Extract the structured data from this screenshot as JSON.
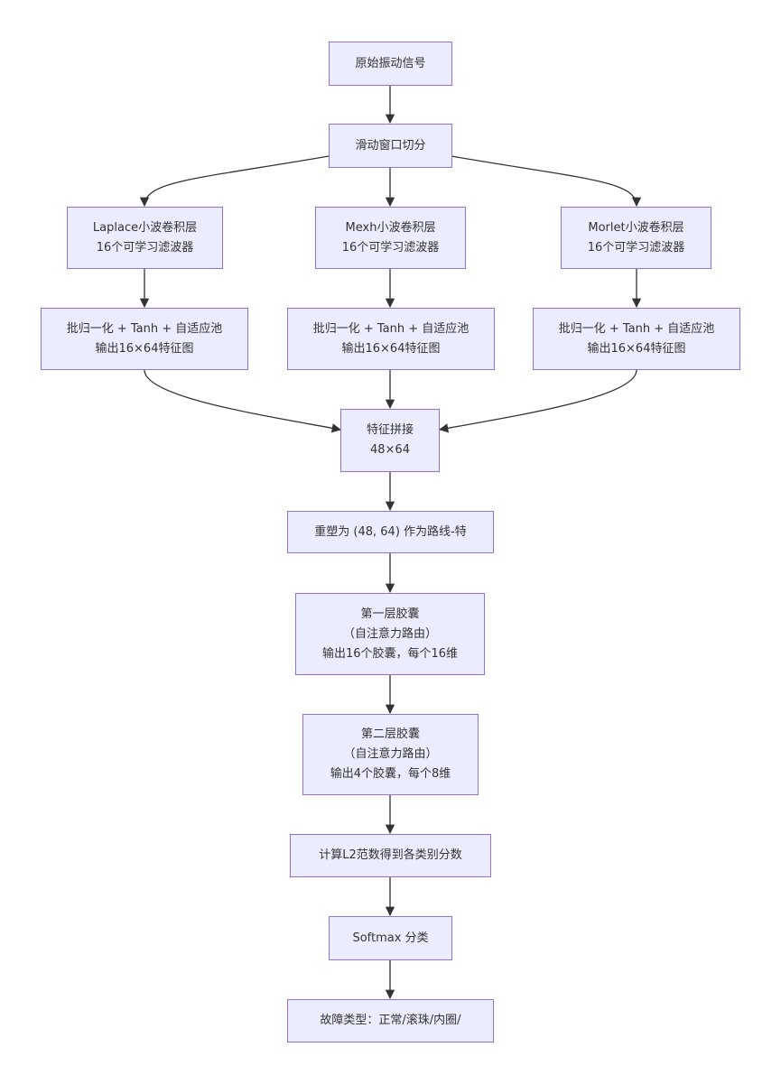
{
  "diagram": {
    "type": "flowchart",
    "direction": "top-down",
    "colors": {
      "node_fill": "#ececff",
      "node_border": "#9370db",
      "edge": "#333333",
      "text": "#333333"
    },
    "nodes": {
      "signal": {
        "lines": [
          "原始振动信号"
        ]
      },
      "window": {
        "lines": [
          "滑动窗口切分"
        ]
      },
      "laplace": {
        "lines": [
          "Laplace小波卷积层",
          "16个可学习滤波器"
        ]
      },
      "mexh": {
        "lines": [
          "Mexh小波卷积层",
          "16个可学习滤波器"
        ]
      },
      "morlet": {
        "lines": [
          "Morlet小波卷积层",
          "16个可学习滤波器"
        ]
      },
      "bn1": {
        "lines": [
          "批归一化 + Tanh + 自适应池",
          "输出16×64特征图"
        ]
      },
      "bn2": {
        "lines": [
          "批归一化 + Tanh + 自适应池",
          "输出16×64特征图"
        ]
      },
      "bn3": {
        "lines": [
          "批归一化 + Tanh + 自适应池",
          "输出16×64特征图"
        ]
      },
      "concat": {
        "lines": [
          "特征拼接",
          "48×64"
        ]
      },
      "reshape": {
        "lines": [
          "重塑为 (48, 64) 作为路线-特"
        ]
      },
      "capsule1": {
        "lines": [
          "第一层胶囊",
          "（自注意力路由）",
          "输出16个胶囊，每个16维"
        ]
      },
      "capsule2": {
        "lines": [
          "第二层胶囊",
          "（自注意力路由）",
          "输出4个胶囊，每个8维"
        ]
      },
      "l2norm": {
        "lines": [
          "计算L2范数得到各类别分数"
        ]
      },
      "softmax": {
        "lines": [
          "Softmax 分类"
        ]
      },
      "fault": {
        "lines": [
          "故障类型：正常/滚珠/内圈/"
        ]
      }
    },
    "edges": [
      [
        "signal",
        "window"
      ],
      [
        "window",
        "laplace"
      ],
      [
        "window",
        "mexh"
      ],
      [
        "window",
        "morlet"
      ],
      [
        "laplace",
        "bn1"
      ],
      [
        "mexh",
        "bn2"
      ],
      [
        "morlet",
        "bn3"
      ],
      [
        "bn1",
        "concat"
      ],
      [
        "bn2",
        "concat"
      ],
      [
        "bn3",
        "concat"
      ],
      [
        "concat",
        "reshape"
      ],
      [
        "reshape",
        "capsule1"
      ],
      [
        "capsule1",
        "capsule2"
      ],
      [
        "capsule2",
        "l2norm"
      ],
      [
        "l2norm",
        "softmax"
      ],
      [
        "softmax",
        "fault"
      ]
    ]
  }
}
